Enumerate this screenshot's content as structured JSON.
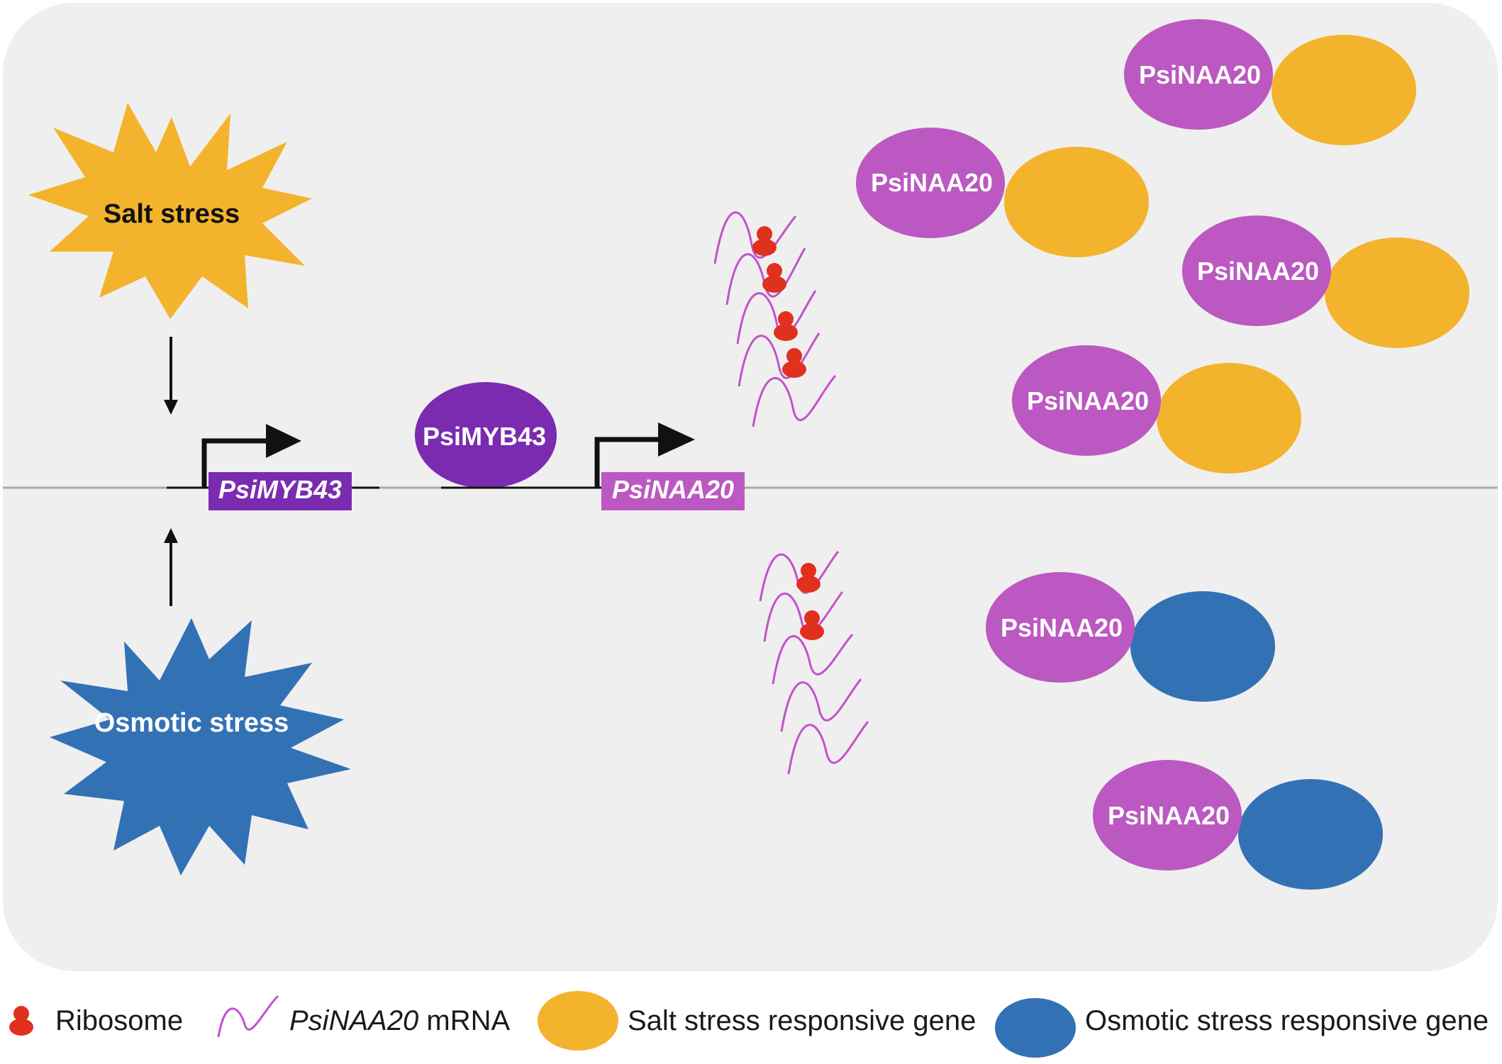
{
  "stress": {
    "salt_label": "Salt stress",
    "osmotic_label": "Osmotic stress"
  },
  "genes": {
    "myb_gene": "PsiMYB43",
    "myb_protein": "PsiMYB43",
    "naa_gene": "PsiNAA20"
  },
  "proteins": {
    "salt_complexes": [
      "PsiNAA20",
      "PsiNAA20",
      "PsiNAA20",
      "PsiNAA20"
    ],
    "osmotic_complexes": [
      "PsiNAA20",
      "PsiNAA20"
    ]
  },
  "legend": {
    "ribosome": "Ribosome",
    "mrna_italic": "PsiNAA20",
    "mrna_suffix": " mRNA",
    "salt_gene": "Salt stress responsive gene",
    "osmotic_gene": "Osmotic stress responsive gene"
  },
  "colors": {
    "panel_bg": "#efefef",
    "salt": "#f4b32c",
    "osmotic": "#3371b5",
    "myb_purple": "#7a2bb0",
    "naa_magenta": "#bb58c1",
    "ribosome_red": "#e0301e",
    "mrna_line": "#c451cc"
  }
}
